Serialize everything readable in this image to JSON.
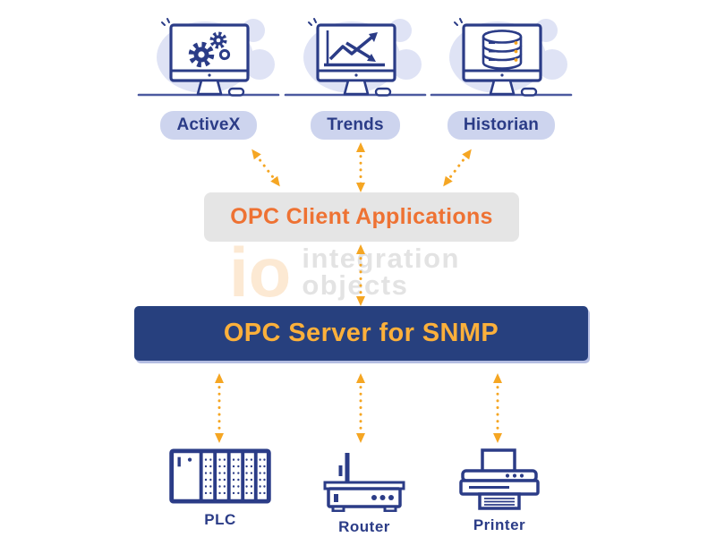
{
  "colors": {
    "navy": "#2B3C87",
    "amber": "#F5A623",
    "orange": "#EE7233",
    "server_bg": "#27407E",
    "server_text": "#FBB03B",
    "pill_bg": "#CDD4EE",
    "gray_box": "#E5E5E5",
    "blob": "#DFE3F5",
    "desk": "#4C5AA0"
  },
  "client_apps": [
    {
      "label": "ActiveX",
      "icon": "gears-monitor"
    },
    {
      "label": "Trends",
      "icon": "trends-monitor"
    },
    {
      "label": "Historian",
      "icon": "database-monitor"
    }
  ],
  "client_box": {
    "label": "OPC Client Applications"
  },
  "server_box": {
    "label": "OPC Server for SNMP"
  },
  "devices": [
    {
      "label": "PLC",
      "icon": "plc-rack"
    },
    {
      "label": "Router",
      "icon": "router"
    },
    {
      "label": "Printer",
      "icon": "printer"
    }
  ],
  "watermark": {
    "logo": "io",
    "line1": "integration",
    "line2": "objects"
  }
}
